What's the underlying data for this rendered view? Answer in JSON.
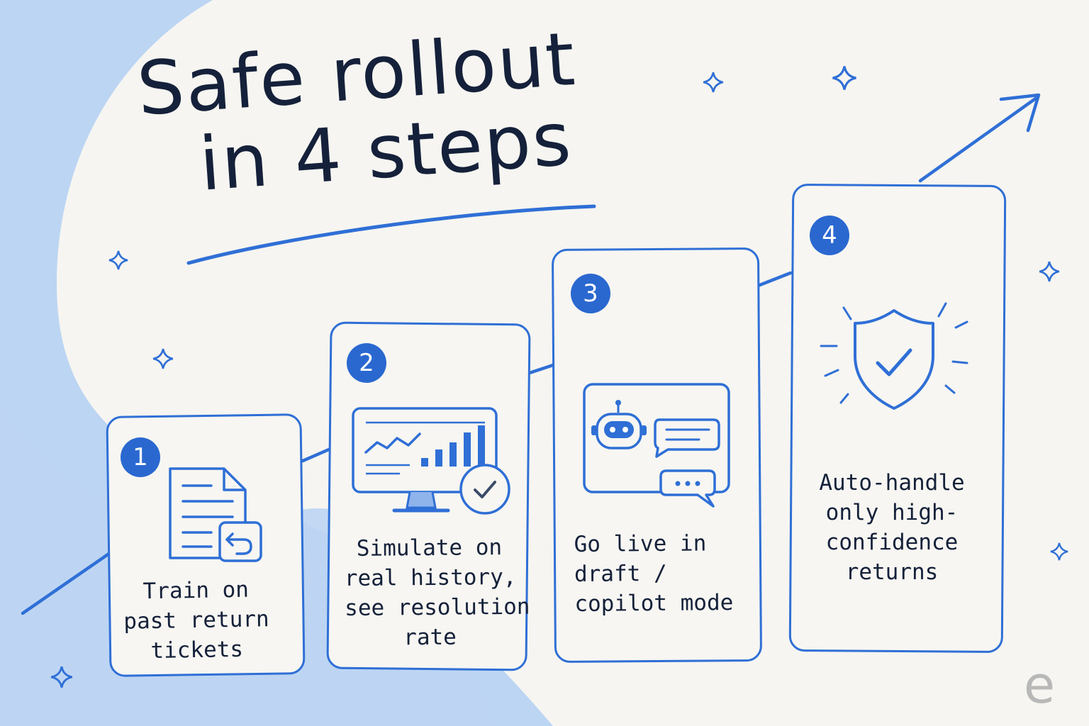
{
  "title": {
    "line1": "Safe rollout",
    "line2": "in 4 steps"
  },
  "colors": {
    "accent": "#2f6fd6",
    "badge": "#2a68d0",
    "text": "#15213a",
    "blob": "#bcd5f3",
    "background": "#f6f5f1"
  },
  "steps": [
    {
      "number": "1",
      "lines": [
        "Train on",
        "past return",
        "tickets"
      ],
      "icon": "document-return-icon"
    },
    {
      "number": "2",
      "lines": [
        "Simulate on",
        "real history,",
        "see resolution",
        "rate"
      ],
      "icon": "monitor-chart-check-icon"
    },
    {
      "number": "3",
      "lines": [
        "Go live in",
        "draft /",
        "copilot mode"
      ],
      "icon": "robot-chat-icon"
    },
    {
      "number": "4",
      "lines": [
        "Auto-handle",
        "only high-",
        "confidence",
        "returns"
      ],
      "icon": "shield-check-icon"
    }
  ],
  "logo": {
    "text": "e",
    "icon": "brand-logo-icon"
  }
}
